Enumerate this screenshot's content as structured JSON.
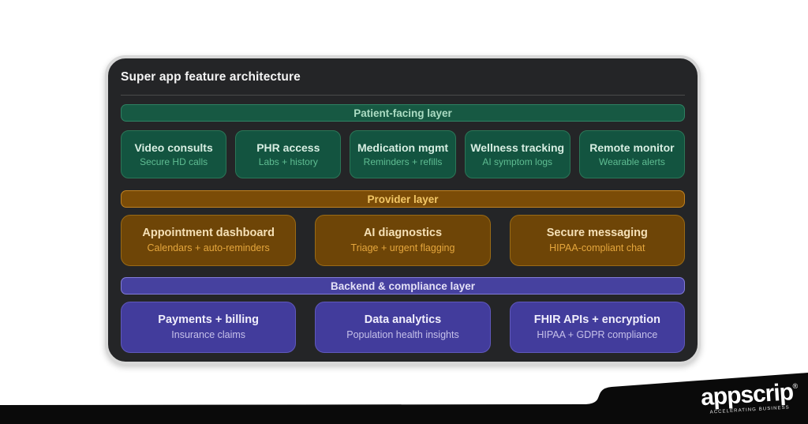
{
  "panel": {
    "title": "Super app feature architecture"
  },
  "layers": [
    {
      "name": "patient-facing",
      "label": "Patient-facing layer",
      "accent": {
        "bar_bg": "#175943",
        "bar_border": "#2e8162",
        "bar_text": "#abdcc3",
        "card_bg": "#135440",
        "card_border": "#2b7657",
        "card_title": "#d7eee2",
        "card_subtitle": "#5fbd92"
      },
      "cards": [
        {
          "title": "Video consults",
          "subtitle": "Secure HD calls"
        },
        {
          "title": "PHR access",
          "subtitle": "Labs + history"
        },
        {
          "title": "Medication mgmt",
          "subtitle": "Reminders + refills"
        },
        {
          "title": "Wellness tracking",
          "subtitle": "AI symptom logs"
        },
        {
          "title": "Remote monitor",
          "subtitle": "Wearable alerts"
        }
      ]
    },
    {
      "name": "provider",
      "label": "Provider layer",
      "accent": {
        "bar_bg": "#7b4c07",
        "bar_border": "#bf8121",
        "bar_text": "#f3c766",
        "card_bg": "#6e4507",
        "card_border": "#9a6a15",
        "card_title": "#f5e0b6",
        "card_subtitle": "#e5a63c"
      },
      "cards": [
        {
          "title": "Appointment dashboard",
          "subtitle": "Calendars + auto-reminders"
        },
        {
          "title": "AI diagnostics",
          "subtitle": "Triage + urgent flagging"
        },
        {
          "title": "Secure messaging",
          "subtitle": "HIPAA-compliant chat"
        }
      ]
    },
    {
      "name": "backend-compliance",
      "label": "Backend & compliance layer",
      "accent": {
        "bar_bg": "#46419f",
        "bar_border": "#837cd9",
        "bar_text": "#e4e1f7",
        "card_bg": "#423c9c",
        "card_border": "#5f58bb",
        "card_title": "#f0eefc",
        "card_subtitle": "#c6c1ea"
      },
      "cards": [
        {
          "title": "Payments + billing",
          "subtitle": "Insurance claims"
        },
        {
          "title": "Data analytics",
          "subtitle": "Population health insights"
        },
        {
          "title": "FHIR APIs + encryption",
          "subtitle": "HIPAA + GDPR compliance"
        }
      ]
    }
  ],
  "brand": {
    "logo": "appscrip",
    "registered": "®",
    "tagline": "ACCELERATING BUSINESS"
  }
}
